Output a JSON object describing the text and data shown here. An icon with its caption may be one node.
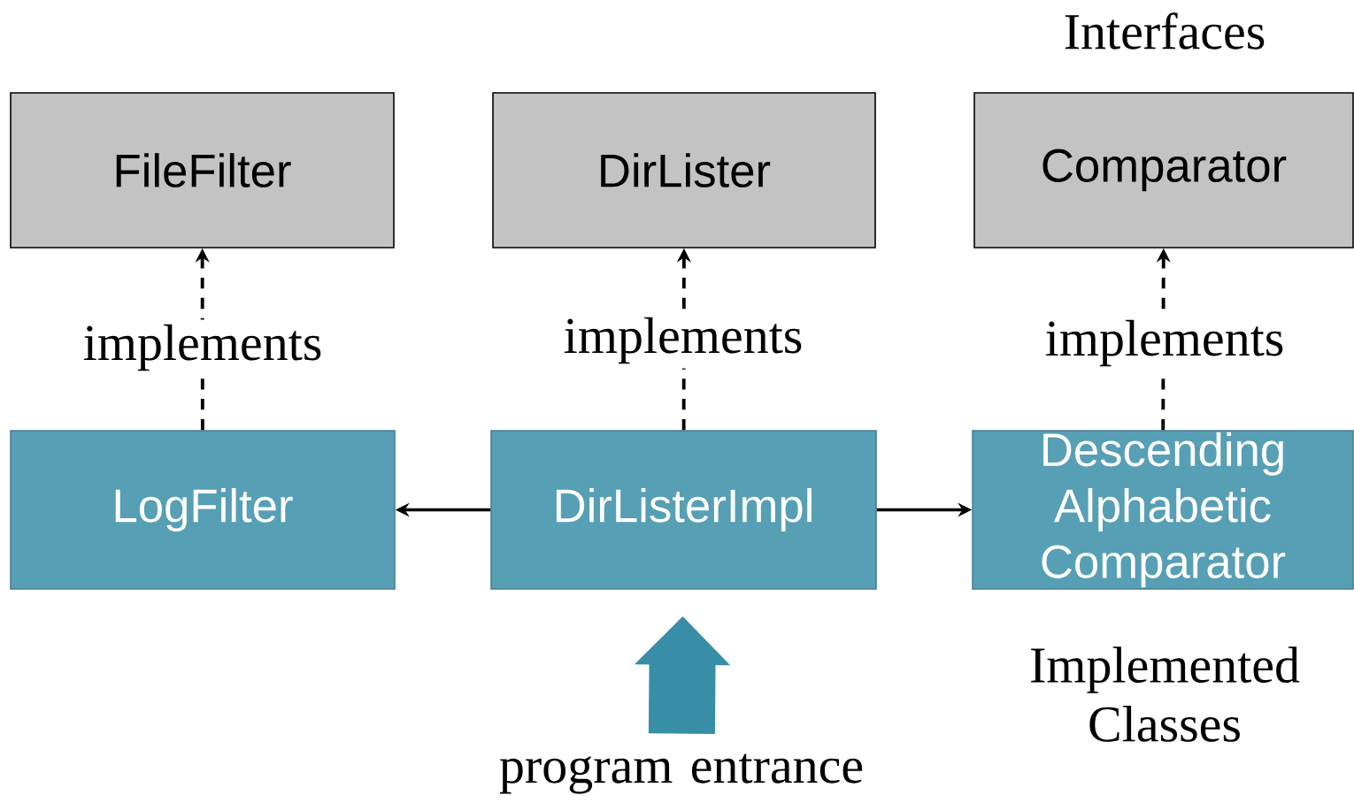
{
  "diagram": {
    "nodes": [
      {
        "text": [
          "FileFilter"
        ]
      },
      {
        "text": [
          "DirLister"
        ]
      },
      {
        "text": [
          "Comparator"
        ]
      },
      {
        "text": [
          "LogFilter"
        ]
      },
      {
        "text": [
          "DirListerImpl"
        ]
      },
      {
        "text": [
          "Descending Alphabetic Comparator"
        ]
      },
      {
        "text": [
          "program entrance"
        ]
      }
    ],
    "edges": [
      {
        "from": 3,
        "to": 0,
        "arrow": "to",
        "style": "dashed",
        "label": "implements"
      },
      {
        "from": 4,
        "to": 1,
        "arrow": "to",
        "style": "dashed",
        "label": "implements"
      },
      {
        "from": 5,
        "to": 2,
        "arrow": "to",
        "style": "dashed",
        "label": "implements"
      },
      {
        "from": 4,
        "to": 3,
        "arrow": "to"
      },
      {
        "from": 4,
        "to": 5,
        "arrow": "to"
      },
      {
        "from": 6,
        "to": 4,
        "arrow": "to",
        "style": "thick",
        "color": "#378ea6"
      }
    ],
    "labels": [
      "Interfaces",
      "Implemented Classes"
    ]
  }
}
